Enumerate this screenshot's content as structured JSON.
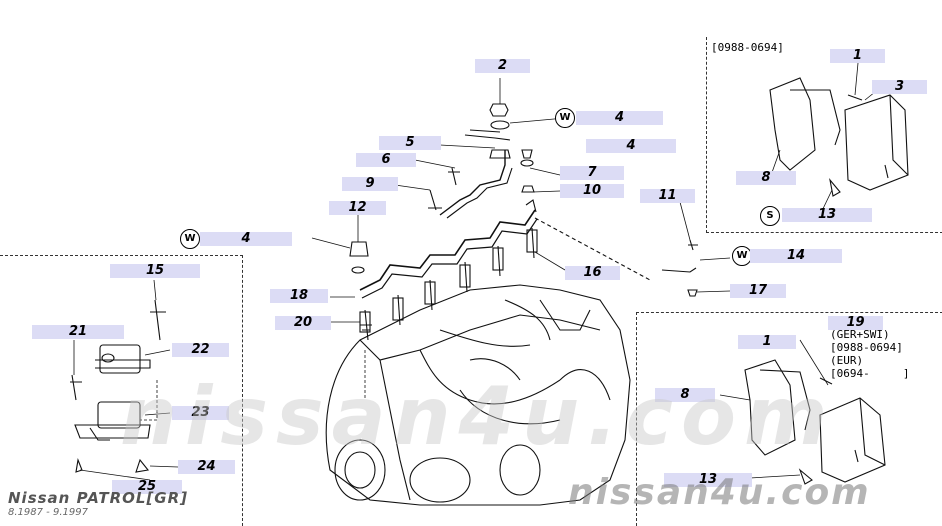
{
  "diagram": {
    "callouts": {
      "c1a": "1",
      "c2": "2",
      "c3": "3",
      "c4a": "4",
      "c4b": "4",
      "c4c": "4",
      "c5": "5",
      "c6": "6",
      "c7": "7",
      "c8a": "8",
      "c9": "9",
      "c10": "10",
      "c11": "11",
      "c12": "12",
      "c13a": "13",
      "c14": "14",
      "c15": "15",
      "c16": "16",
      "c17": "17",
      "c18": "18",
      "c19": "19",
      "c20": "20",
      "c21": "21",
      "c22": "22",
      "c23": "23",
      "c24": "24",
      "c25": "25",
      "c1b": "1",
      "c8b": "8",
      "c13b": "13"
    },
    "symbols": {
      "w1": "W",
      "w2": "W",
      "w3": "W",
      "s1": "S"
    },
    "notes": {
      "top_right": "[0988-0694]",
      "lower_right_1": "(GER+SWI)",
      "lower_right_2": "[0988-0694]",
      "lower_right_3": "(EUR)",
      "lower_right_4": "[0694-     ]"
    }
  },
  "footer": {
    "title": "Nissan PATROL[GR]",
    "dates": "8.1987 - 9.1997"
  },
  "watermark": {
    "small": "nissan4u.com",
    "big": "nissan4u.com"
  }
}
